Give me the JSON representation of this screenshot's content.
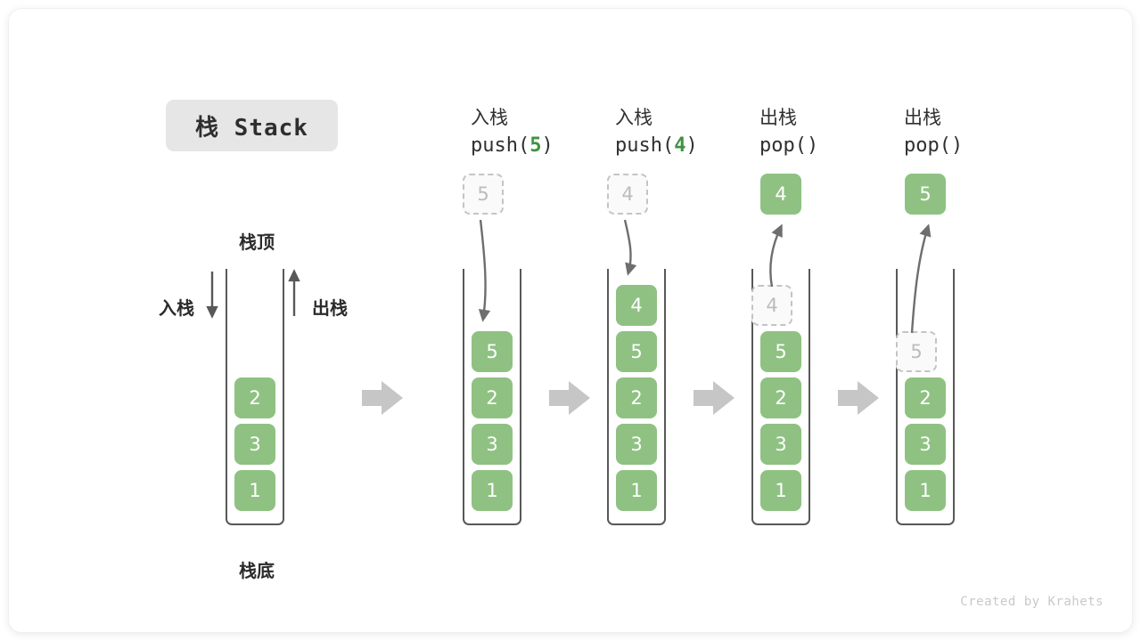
{
  "title": {
    "text": "栈 Stack"
  },
  "credit": {
    "text": "Created by Krahets"
  },
  "legend": {
    "top_label": "栈顶",
    "bottom_label": "栈底",
    "push_label": "入栈",
    "pop_label": "出栈"
  },
  "colors": {
    "cell_fill": "#8fc183",
    "cell_text": "#ffffff",
    "ghost_fill": "#fafafa",
    "ghost_border": "#c4c4c4",
    "ghost_text": "#bcbcbc",
    "wall": "#585858",
    "accent_green": "#3f9142",
    "flow_arrow": "#c6c6c6",
    "motion_arrow": "#6e6e6e",
    "chip_bg": "#e6e6e6"
  },
  "columns": [
    {
      "id": "initial",
      "head_cn": "",
      "head_op": "",
      "cells": [
        {
          "value": "2",
          "style": "solid"
        },
        {
          "value": "3",
          "style": "solid"
        },
        {
          "value": "1",
          "style": "solid"
        }
      ],
      "floating": null
    },
    {
      "id": "push-5",
      "head_cn": "入栈",
      "head_op_pre": "push(",
      "head_op_num": "5",
      "head_op_post": ")",
      "cells": [
        {
          "value": "5",
          "style": "solid"
        },
        {
          "value": "2",
          "style": "solid"
        },
        {
          "value": "3",
          "style": "solid"
        },
        {
          "value": "1",
          "style": "solid"
        }
      ],
      "floating": {
        "value": "5",
        "style": "ghost"
      }
    },
    {
      "id": "push-4",
      "head_cn": "入栈",
      "head_op_pre": "push(",
      "head_op_num": "4",
      "head_op_post": ")",
      "cells": [
        {
          "value": "4",
          "style": "solid"
        },
        {
          "value": "5",
          "style": "solid"
        },
        {
          "value": "2",
          "style": "solid"
        },
        {
          "value": "3",
          "style": "solid"
        },
        {
          "value": "1",
          "style": "solid"
        }
      ],
      "floating": {
        "value": "4",
        "style": "ghost"
      }
    },
    {
      "id": "pop-4",
      "head_cn": "出栈",
      "head_op_pre": "pop(",
      "head_op_num": "",
      "head_op_post": ")",
      "cells": [
        {
          "value": "4",
          "style": "ghost"
        },
        {
          "value": "5",
          "style": "solid"
        },
        {
          "value": "2",
          "style": "solid"
        },
        {
          "value": "3",
          "style": "solid"
        },
        {
          "value": "1",
          "style": "solid"
        }
      ],
      "floating": {
        "value": "4",
        "style": "solid"
      }
    },
    {
      "id": "pop-5",
      "head_cn": "出栈",
      "head_op_pre": "pop(",
      "head_op_num": "",
      "head_op_post": ")",
      "cells": [
        {
          "value": "5",
          "style": "ghost"
        },
        {
          "value": "2",
          "style": "solid"
        },
        {
          "value": "3",
          "style": "solid"
        },
        {
          "value": "1",
          "style": "solid"
        }
      ],
      "floating": {
        "value": "5",
        "style": "solid"
      }
    }
  ]
}
